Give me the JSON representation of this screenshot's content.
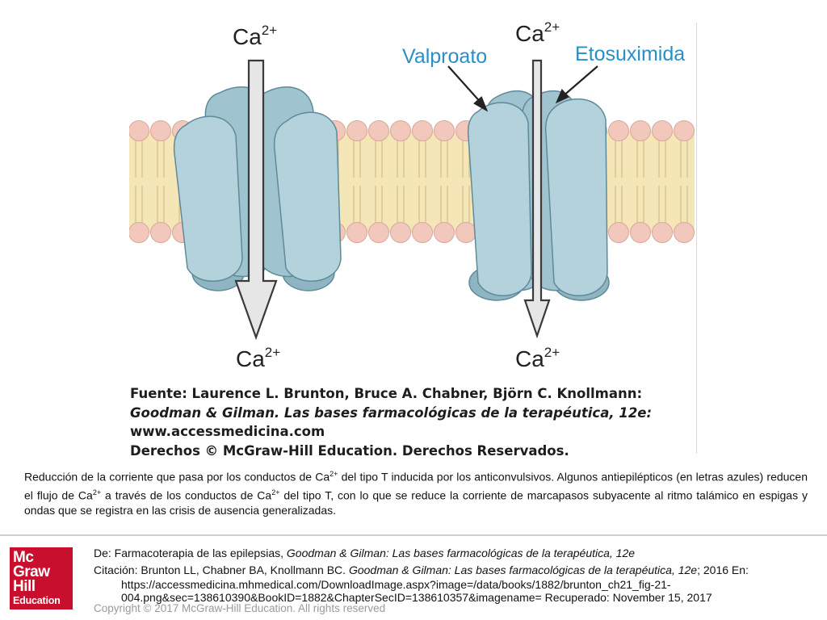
{
  "figure": {
    "ca_in_left": "Ca",
    "ca_in_right": "Ca",
    "ca_out_left": "Ca",
    "ca_out_right": "Ca",
    "charge": "2+",
    "label_valproato": "Valproato",
    "label_etosuximida": "Etosuximida",
    "label_color": "#2a8fc4",
    "membrane_color": "#f5e6b8",
    "head_color": "#f2c8bd",
    "channel_color": "#a9cbd6",
    "arrow_color": "#e6e6e6"
  },
  "source": {
    "line1": "Fuente: Laurence L. Brunton, Bruce A. Chabner, Björn C. Knollmann:",
    "line2": "Goodman & Gilman. Las bases farmacológicas de la terapéutica, 12e:",
    "line3": "www.accessmedicina.com",
    "line4": "Derechos © McGraw-Hill Education. Derechos Reservados."
  },
  "caption": {
    "p1": "Reducción de la corriente que pasa por los conductos de Ca",
    "sup1": "2+",
    "p2": " del tipo T inducida por los anticonvulsivos. Algunos antiepilépticos (en letras azules) reducen el flujo de Ca",
    "sup2": "2+",
    "p3": " a través de los conductos de Ca",
    "sup3": "2+",
    "p4": " del tipo T, con lo que se reduce la corriente de marcapasos subyacente al ritmo talámico en espigas y ondas que se registra en las crisis de ausencia generalizadas."
  },
  "logo": {
    "line1": "Mc",
    "line2": "Graw",
    "line3": "Hill",
    "line4": "Education"
  },
  "citation": {
    "de_prefix": "De: Farmacoterapia de las epilepsias, ",
    "de_book": "Goodman & Gilman: Las bases farmacológicas de la terapéutica, 12e",
    "cit_prefix": "Citación: Brunton LL, Chabner BA, Knollmann BC",
    "cit_dot": ". ",
    "cit_book": "Goodman & Gilman: Las bases farmacológicas de la terapéutica, 12e",
    "cit_suffix": "; 2016 En:",
    "url_line1": "https://accessmedicina.mhmedical.com/DownloadImage.aspx?image=/data/books/1882/brunton_ch21_fig-21-",
    "url_line2": "004.png&sec=138610390&BookID=1882&ChapterSecID=138610357&imagename= Recuperado: November 15, 2017"
  },
  "copyright": "Copyright © 2017 McGraw-Hill Education. All rights reserved"
}
